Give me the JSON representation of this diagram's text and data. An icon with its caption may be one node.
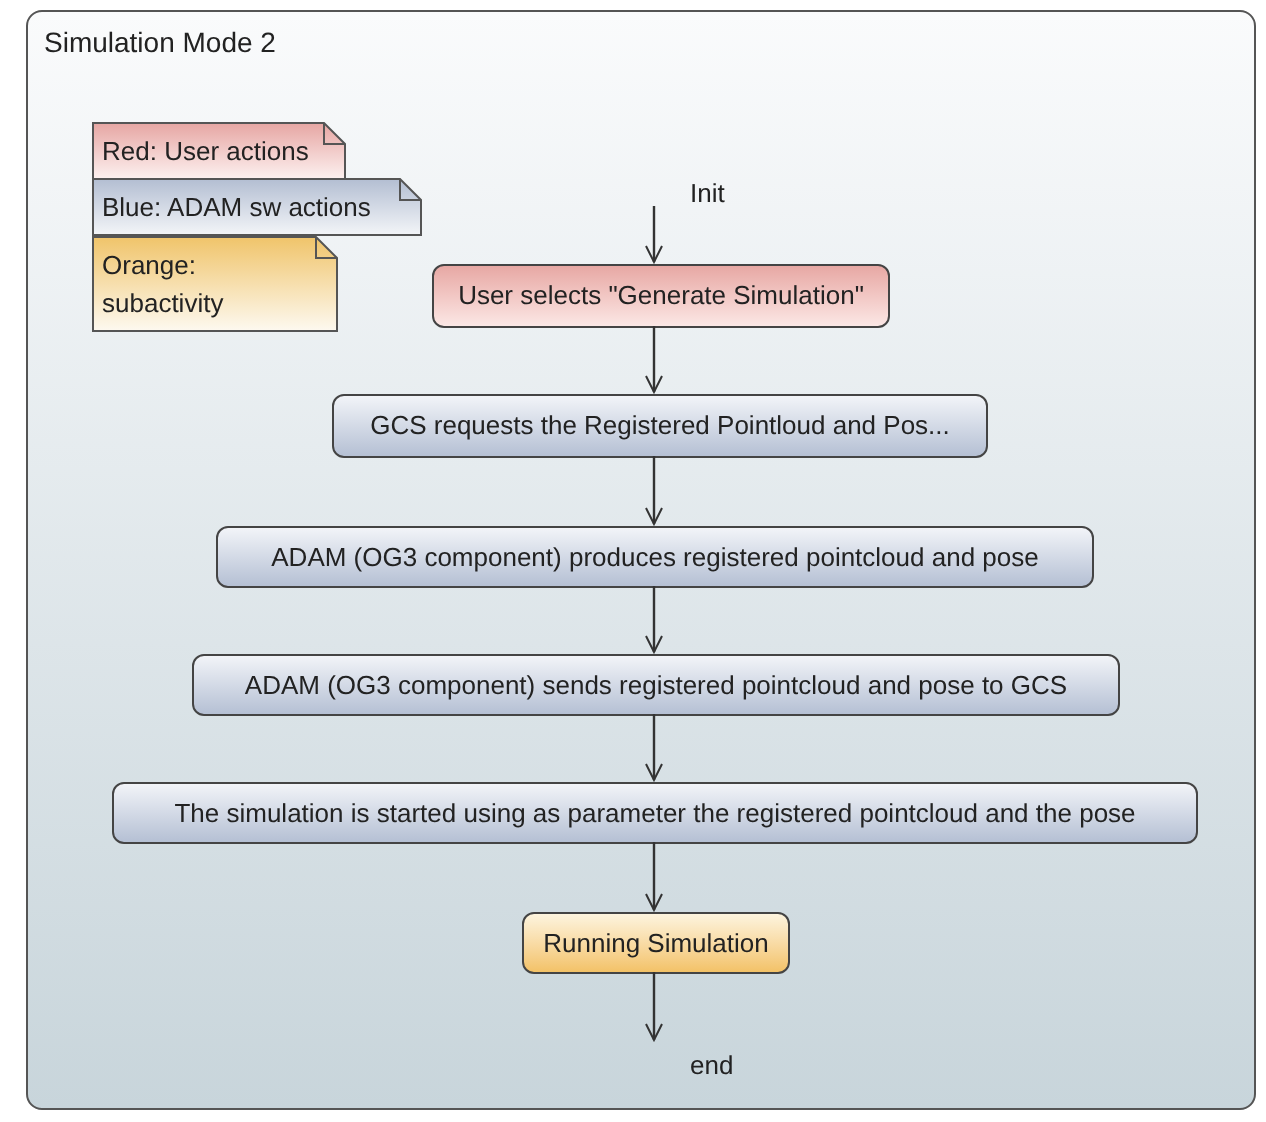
{
  "diagram": {
    "nodes": [
      {
        "text": [
          "Simulation Mode 2"
        ]
      },
      {
        "text": [
          "Red: User actions"
        ],
        "in": 0
      },
      {
        "text": [
          "Blue: ADAM sw actions"
        ],
        "in": 0
      },
      {
        "text": [
          "Orange: subactivity"
        ],
        "in": 0
      },
      {
        "text": [
          "Init"
        ],
        "in": 0
      },
      {
        "text": [
          "User selects \"Generate Simulation\""
        ],
        "in": 0
      },
      {
        "text": [
          "GCS requests the Registered Pointloud and Pos..."
        ],
        "in": 0
      },
      {
        "text": [
          "ADAM (OG3 component) produces registered pointcloud and pose"
        ],
        "in": 0
      },
      {
        "text": [
          "ADAM (OG3 component) sends registered pointcloud and pose to GCS"
        ],
        "in": 0
      },
      {
        "text": [
          "The simulation is started using as parameter the registered pointcloud and the pose"
        ],
        "in": 0
      },
      {
        "text": [
          "Running Simulation"
        ],
        "in": 0
      },
      {
        "text": [
          "end"
        ],
        "in": 0
      }
    ],
    "edges": [
      {
        "from": 4,
        "to": 5,
        "arrow": "to"
      },
      {
        "from": 5,
        "to": 6,
        "arrow": "to"
      },
      {
        "from": 6,
        "to": 7,
        "arrow": "to"
      },
      {
        "from": 7,
        "to": 8,
        "arrow": "to"
      },
      {
        "from": 8,
        "to": 9,
        "arrow": "to"
      },
      {
        "from": 9,
        "to": 10,
        "arrow": "to"
      },
      {
        "from": 10,
        "to": 11,
        "arrow": "to"
      }
    ]
  }
}
